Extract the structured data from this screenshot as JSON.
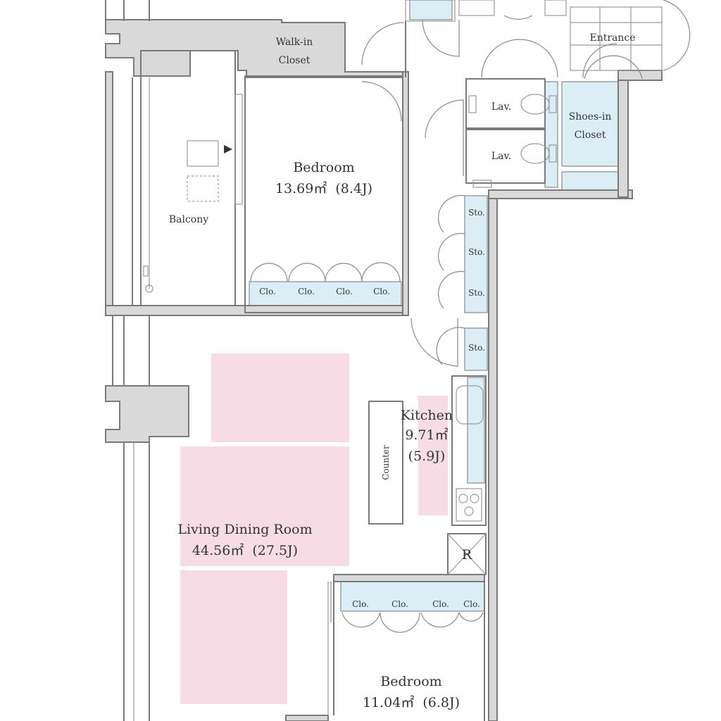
{
  "colors": {
    "wall": "#d9d9d9",
    "wall_stroke": "#7a7a7a",
    "storage": "#dbeef6",
    "furniture_zone": "#f7dce6"
  },
  "rooms": {
    "walk_in_closet": [
      "Walk-in",
      "Closet"
    ],
    "entrance": "Entrance",
    "lav_upper": "Lav.",
    "lav_lower": "Lav.",
    "shoes_in_closet": [
      "Shoes-in",
      "Closet"
    ],
    "bedroom_1": {
      "name": "Bedroom",
      "area": "13.69㎡",
      "jo": "(8.4J)"
    },
    "balcony": "Balcony",
    "kitchen": {
      "name": "Kitchen",
      "area": "9.71㎡",
      "jo": "(5.9J)"
    },
    "counter": "Counter",
    "fridge": "R",
    "living_dining": {
      "name": "Living Dining Room",
      "area": "44.56㎡",
      "jo": "(27.5J)"
    },
    "bedroom_2": {
      "name": "Bedroom",
      "area": "11.04㎡",
      "jo": "(6.8J)"
    }
  },
  "closets": {
    "bedroom_1": [
      "Clo.",
      "Clo.",
      "Clo.",
      "Clo."
    ],
    "bedroom_2": [
      "Clo.",
      "Clo.",
      "Clo.",
      "Clo."
    ]
  },
  "storage_units": [
    "Sto.",
    "Sto.",
    "Sto.",
    "Sto."
  ]
}
